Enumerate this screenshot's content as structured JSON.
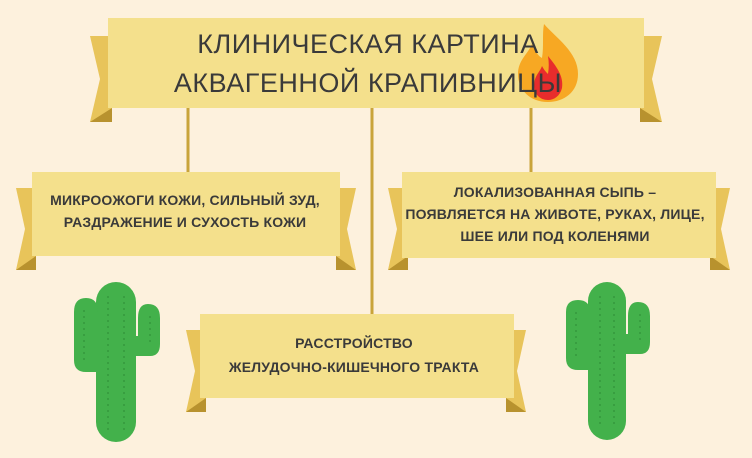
{
  "title": {
    "line1": "Клиническая картина",
    "line2": "аквагенной крапивницы"
  },
  "boxes": {
    "left": {
      "line1": "Микроожоги кожи, сильный зуд,",
      "line2": "раздражение и сухость кожи"
    },
    "right": {
      "line1": "Локализованная сыпь –",
      "line2": "появляется на животе, руках, лице,",
      "line3": "шее или под коленями"
    },
    "bottom": {
      "line1": "Расстройство",
      "line2": "желудочно-кишечного тракта"
    }
  },
  "icons": {
    "flame": "flame-icon",
    "cactus": "cactus-icon"
  },
  "colors": {
    "background": "#fdf1dd",
    "ribbon": "#f4e08c",
    "ribbon_fold": "#d7b247",
    "connector": "#c9a43a",
    "cactus": "#43b14b",
    "flame_outer": "#f7a823",
    "flame_inner": "#e82c2c",
    "text": "#3a3a3a"
  }
}
